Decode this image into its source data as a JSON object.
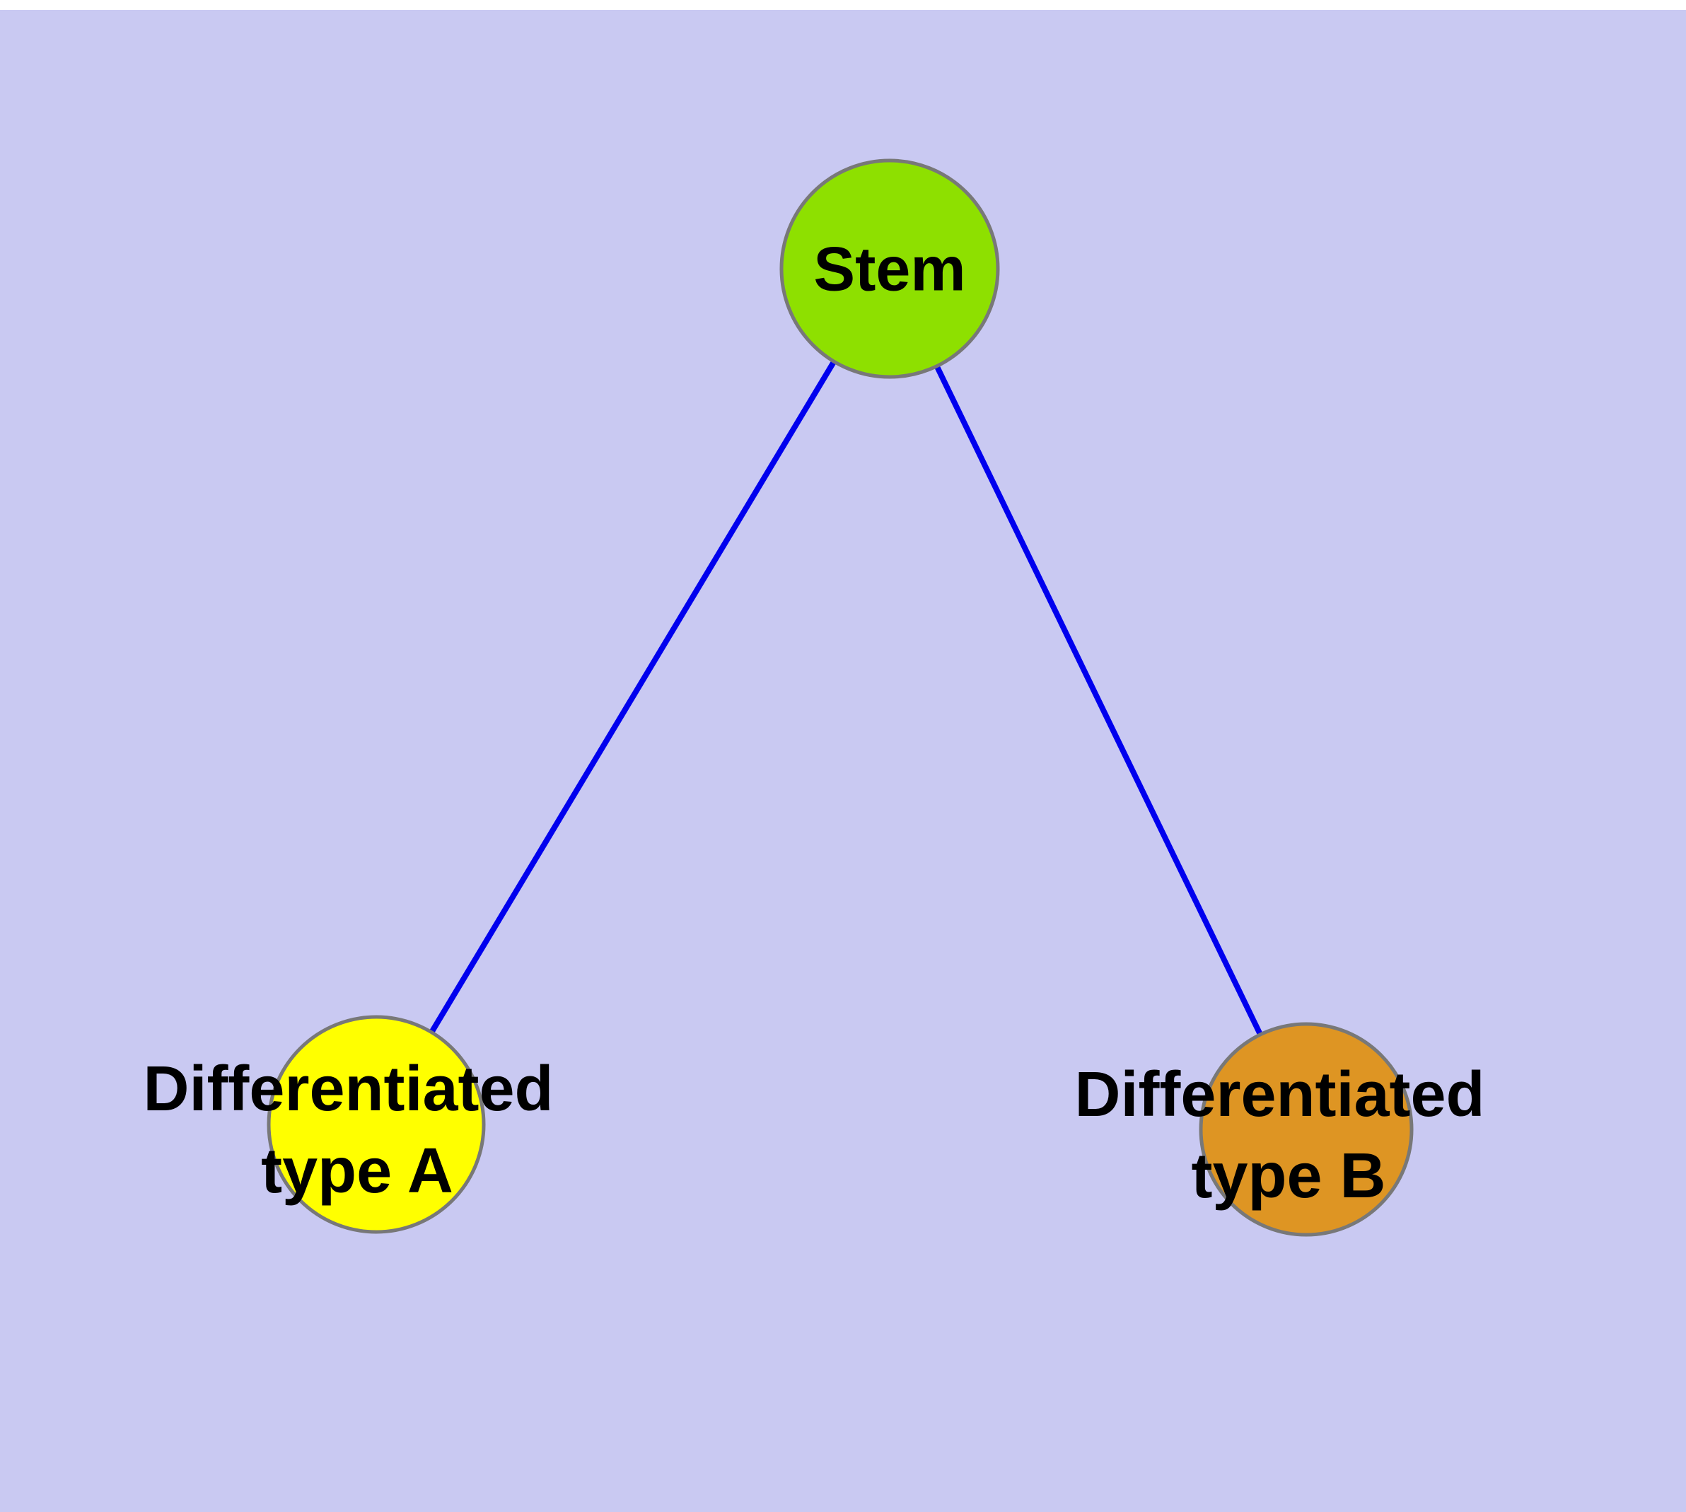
{
  "diagram": {
    "type": "graph",
    "description": "Stem cell differentiation graph with one root node and two differentiated child nodes",
    "background_color": "#c9c9f2",
    "top_margin_color": "#ffffff",
    "edge_color": "#0000ee",
    "node_border_color": "#787878",
    "text_color": "#000000",
    "nodes": {
      "stem": {
        "label": "Stem",
        "fill": "#8ee000"
      },
      "type_a": {
        "label_line1": "Differentiated",
        "label_line2": "type A",
        "fill": "#ffff00"
      },
      "type_b": {
        "label_line1": "Differentiated",
        "label_line2": "type B",
        "fill": "#de9523"
      }
    },
    "edges": [
      {
        "from": "Stem",
        "to": "Differentiated type A"
      },
      {
        "from": "Stem",
        "to": "Differentiated type B"
      }
    ]
  }
}
